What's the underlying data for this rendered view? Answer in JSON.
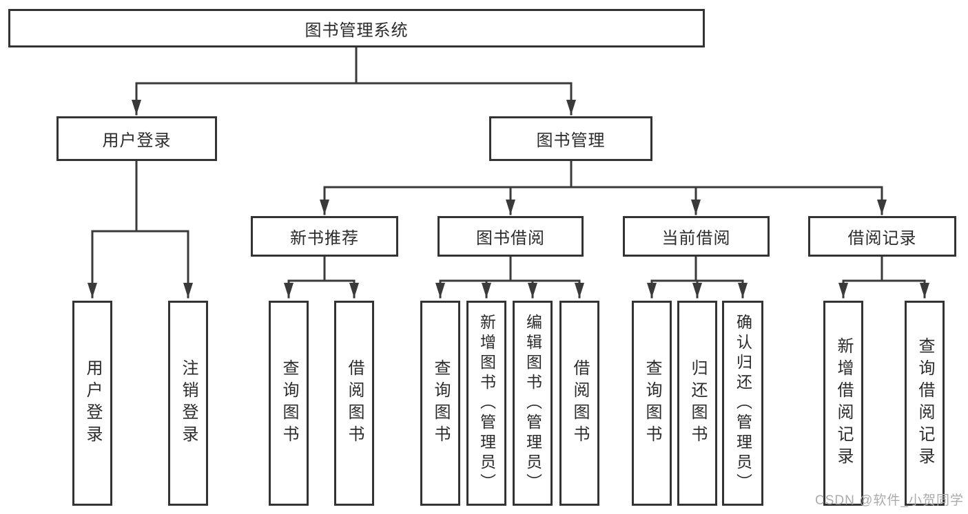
{
  "diagram": {
    "root": {
      "label": "图书管理系统"
    },
    "branches": [
      {
        "label": "用户登录",
        "children": [
          {
            "label": "用户登录"
          },
          {
            "label": "注销登录"
          }
        ]
      },
      {
        "label": "图书管理",
        "children": [
          {
            "label": "新书推荐",
            "children": [
              {
                "label": "查询图书"
              },
              {
                "label": "借阅图书"
              }
            ]
          },
          {
            "label": "图书借阅",
            "children": [
              {
                "label": "查询图书"
              },
              {
                "label": "新增图书（管理员）"
              },
              {
                "label": "编辑图书（管理员）"
              },
              {
                "label": "借阅图书"
              }
            ]
          },
          {
            "label": "当前借阅",
            "children": [
              {
                "label": "查询图书"
              },
              {
                "label": "归还图书"
              },
              {
                "label": "确认归还（管理员）"
              }
            ]
          },
          {
            "label": "借阅记录",
            "children": [
              {
                "label": "新增借阅记录"
              },
              {
                "label": "查询借阅记录"
              }
            ]
          }
        ]
      }
    ]
  },
  "watermark": {
    "text": "CSDN @软件_小贺同学",
    "color": "#ababab"
  },
  "colors": {
    "line": "#3a3a3a",
    "box_border": "#333333",
    "box_fill": "#ffffff",
    "text": "#2b2b2b",
    "background": "#ffffff"
  }
}
